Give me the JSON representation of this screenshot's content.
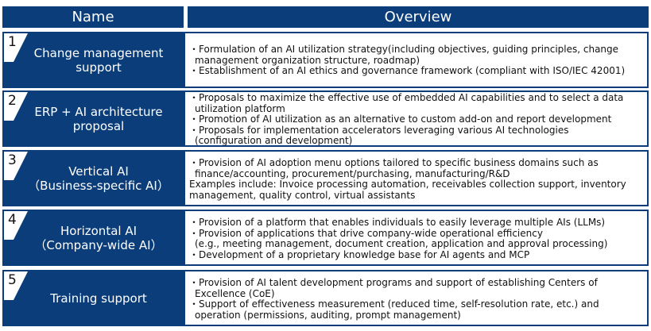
{
  "header": {
    "name_label": "Name",
    "overview_label": "Overview"
  },
  "colors": {
    "navy": "#0a3d7a",
    "tab": "#ffffff"
  },
  "rows": [
    {
      "number": "1",
      "name_lines": [
        "Change management",
        "support"
      ],
      "overview_lines": [
        "・Formulation of an AI utilization strategy(including objectives, guiding principles, change",
        "management organization structure, roadmap)",
        "・Establishment of an AI ethics and governance framework (compliant with ISO/IEC 42001)"
      ]
    },
    {
      "number": "2",
      "name_lines": [
        "ERP + AI architecture",
        "proposal"
      ],
      "overview_lines": [
        "・Proposals to maximize the effective use of embedded AI capabilities and to select a data",
        "utilization platform",
        "・Promotion of AI utilization as an alternative to custom add-on and report development",
        "・Proposals for implementation accelerators leveraging various AI technologies",
        "(configuration and development)"
      ]
    },
    {
      "number": "3",
      "name_lines": [
        "Vertical AI",
        "（Business-specific AI）"
      ],
      "overview_lines": [
        "・Provision of AI adoption menu options tailored to specific business domains such as",
        "finance/accounting, procurement/purchasing, manufacturing/R&D",
        "Examples include: Invoice processing automation, receivables collection support, inventory",
        "management, quality control, virtual assistants"
      ]
    },
    {
      "number": "4",
      "name_lines": [
        "Horizontal AI",
        "（Company-wide AI）"
      ],
      "overview_lines": [
        "・Provision of a platform that enables individuals to easily leverage multiple AIs (LLMs)",
        "・Provision of applications that drive company-wide operational efficiency",
        "(e.g., meeting management, document creation, application and approval processing)",
        "・Development of a proprietary knowledge base for AI agents and MCP"
      ]
    },
    {
      "number": "5",
      "name_lines": [
        "Training support"
      ],
      "overview_lines": [
        "・Provision of AI talent development programs and support of establishing Centers of",
        "Excellence (CoE)",
        "・Support of effectiveness measurement (reduced time, self-resolution rate, etc.) and",
        "operation (permissions, auditing, prompt management)"
      ]
    }
  ]
}
